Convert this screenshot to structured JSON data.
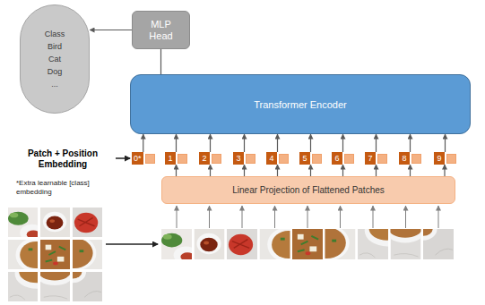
{
  "diagram": {
    "nodes": [
      {
        "text": [
          "Class",
          "Bird",
          "Cat",
          "Dog",
          "..."
        ]
      },
      {
        "text": [
          "MLP Head"
        ]
      },
      {
        "text": [
          "Transformer Encoder"
        ]
      },
      {
        "text": [
          "Linear Projection of Flattened Patches"
        ]
      },
      {
        "text": [
          "0*"
        ]
      },
      {
        "text": [
          "1"
        ]
      },
      {
        "text": [
          "2"
        ]
      },
      {
        "text": [
          "3"
        ]
      },
      {
        "text": [
          "4"
        ]
      },
      {
        "text": [
          "5"
        ]
      },
      {
        "text": [
          "6"
        ]
      },
      {
        "text": [
          "7"
        ]
      },
      {
        "text": [
          "8"
        ]
      },
      {
        "text": [
          "9"
        ]
      }
    ],
    "edges": [
      {
        "from": 1,
        "to": 0,
        "arrow": "to"
      },
      {
        "from": 2,
        "to": 1,
        "arrow": "none"
      },
      {
        "from": 4,
        "to": 2,
        "arrow": "to"
      },
      {
        "from": 5,
        "to": 2,
        "arrow": "to"
      },
      {
        "from": 6,
        "to": 2,
        "arrow": "to"
      },
      {
        "from": 7,
        "to": 2,
        "arrow": "to"
      },
      {
        "from": 8,
        "to": 2,
        "arrow": "to"
      },
      {
        "from": 9,
        "to": 2,
        "arrow": "to"
      },
      {
        "from": 10,
        "to": 2,
        "arrow": "to"
      },
      {
        "from": 11,
        "to": 2,
        "arrow": "to"
      },
      {
        "from": 12,
        "to": 2,
        "arrow": "to"
      },
      {
        "from": 13,
        "to": 2,
        "arrow": "to"
      },
      {
        "from": 3,
        "to": 5,
        "arrow": "to"
      },
      {
        "from": 3,
        "to": 6,
        "arrow": "to"
      },
      {
        "from": 3,
        "to": 7,
        "arrow": "to"
      },
      {
        "from": 3,
        "to": 8,
        "arrow": "to"
      },
      {
        "from": 3,
        "to": 9,
        "arrow": "to"
      },
      {
        "from": 3,
        "to": 10,
        "arrow": "to"
      },
      {
        "from": 3,
        "to": 11,
        "arrow": "to"
      },
      {
        "from": 3,
        "to": 12,
        "arrow": "to"
      },
      {
        "from": 3,
        "to": 13,
        "arrow": "to"
      }
    ],
    "labels": [
      "Patch + Position Embedding",
      "*Extra learnable [class] embedding"
    ]
  }
}
